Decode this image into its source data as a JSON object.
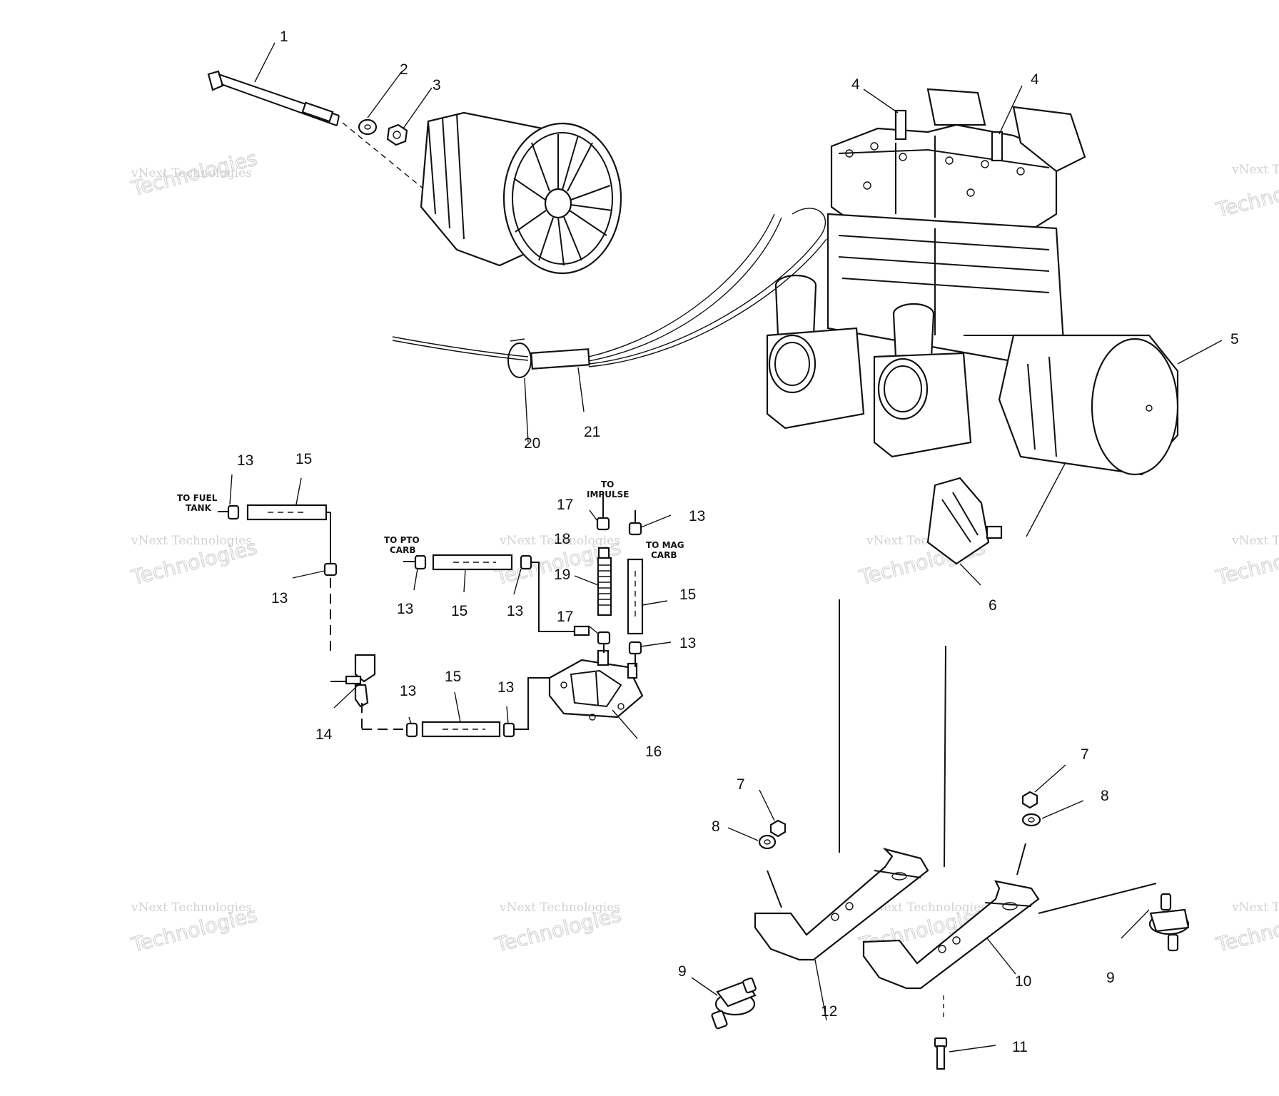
{
  "callouts": [
    {
      "id": "c1",
      "text": "1"
    },
    {
      "id": "c2",
      "text": "2"
    },
    {
      "id": "c3",
      "text": "3"
    },
    {
      "id": "c4a",
      "text": "4"
    },
    {
      "id": "c4b",
      "text": "4"
    },
    {
      "id": "c5",
      "text": "5"
    },
    {
      "id": "c6",
      "text": "6"
    },
    {
      "id": "c7a",
      "text": "7"
    },
    {
      "id": "c7b",
      "text": "7"
    },
    {
      "id": "c8a",
      "text": "8"
    },
    {
      "id": "c8b",
      "text": "8"
    },
    {
      "id": "c9a",
      "text": "9"
    },
    {
      "id": "c9b",
      "text": "9"
    },
    {
      "id": "c10",
      "text": "10"
    },
    {
      "id": "c11",
      "text": "11"
    },
    {
      "id": "c12",
      "text": "12"
    },
    {
      "id": "c13a",
      "text": "13"
    },
    {
      "id": "c13b",
      "text": "13"
    },
    {
      "id": "c13c",
      "text": "13"
    },
    {
      "id": "c13d",
      "text": "13"
    },
    {
      "id": "c13e",
      "text": "13"
    },
    {
      "id": "c13f",
      "text": "13"
    },
    {
      "id": "c13g",
      "text": "13"
    },
    {
      "id": "c13h",
      "text": "13"
    },
    {
      "id": "c14",
      "text": "14"
    },
    {
      "id": "c15a",
      "text": "15"
    },
    {
      "id": "c15b",
      "text": "15"
    },
    {
      "id": "c15c",
      "text": "15"
    },
    {
      "id": "c15d",
      "text": "15"
    },
    {
      "id": "c16",
      "text": "16"
    },
    {
      "id": "c17a",
      "text": "17"
    },
    {
      "id": "c17b",
      "text": "17"
    },
    {
      "id": "c18",
      "text": "18"
    },
    {
      "id": "c19",
      "text": "19"
    },
    {
      "id": "c20",
      "text": "20"
    },
    {
      "id": "c21",
      "text": "21"
    }
  ],
  "notes": {
    "fuel_tank": [
      "TO FUEL",
      "TANK"
    ],
    "pto_carb": [
      "TO PTO",
      "CARB"
    ],
    "impulse": [
      "TO",
      "IMPULSE"
    ],
    "mag_carb": [
      "TO MAG",
      "CARB"
    ]
  },
  "watermark": {
    "line1": "vNext Technologies",
    "line2": "Technologies"
  }
}
